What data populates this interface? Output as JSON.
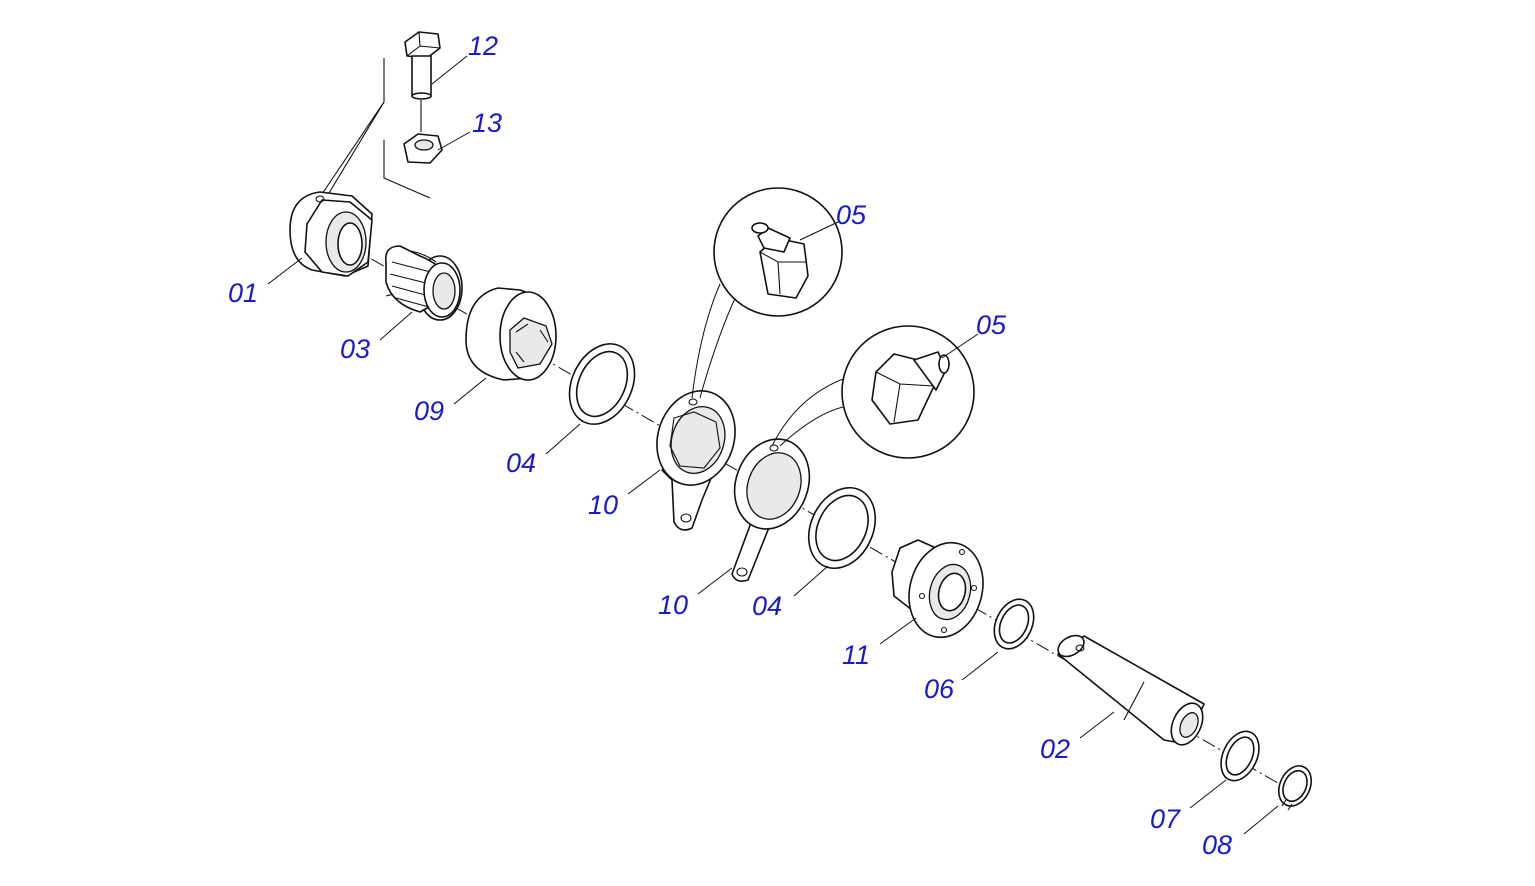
{
  "accent_color": "#1a1acc",
  "callouts": [
    {
      "id": "c12",
      "label": "12"
    },
    {
      "id": "c13",
      "label": "13"
    },
    {
      "id": "c05a",
      "label": "05"
    },
    {
      "id": "c05b",
      "label": "05"
    },
    {
      "id": "c01",
      "label": "01"
    },
    {
      "id": "c03",
      "label": "03"
    },
    {
      "id": "c09",
      "label": "09"
    },
    {
      "id": "c04a",
      "label": "04"
    },
    {
      "id": "c10a",
      "label": "10"
    },
    {
      "id": "c10b",
      "label": "10"
    },
    {
      "id": "c04b",
      "label": "04"
    },
    {
      "id": "c11",
      "label": "11"
    },
    {
      "id": "c06",
      "label": "06"
    },
    {
      "id": "c02",
      "label": "02"
    },
    {
      "id": "c07",
      "label": "07"
    },
    {
      "id": "c08",
      "label": "08"
    }
  ]
}
